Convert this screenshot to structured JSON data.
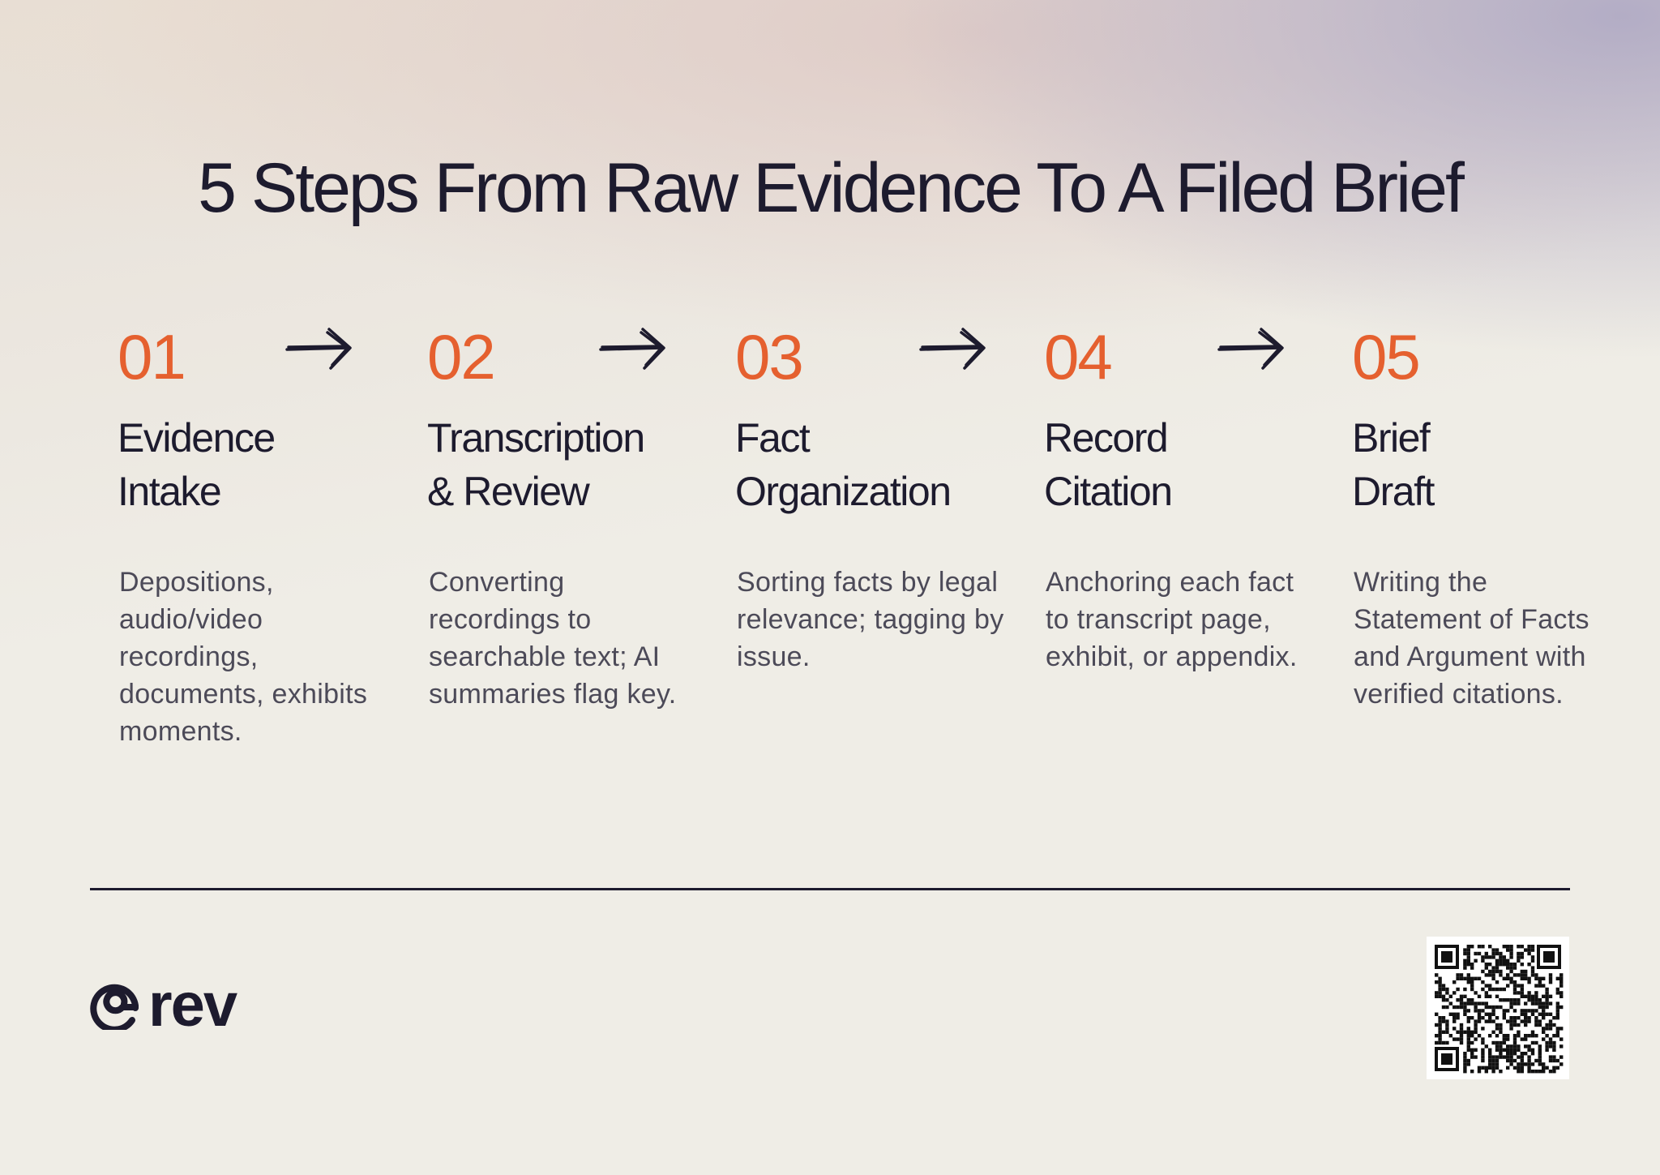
{
  "title": "5 Steps From Raw Evidence To A Filed Brief",
  "steps": [
    {
      "number": "01",
      "title_line1": "Evidence",
      "title_line2": "Intake",
      "description": "Depositions, audio/video recordings, documents, exhibits moments."
    },
    {
      "number": "02",
      "title_line1": "Transcription",
      "title_line2": "& Review",
      "description": "Converting recordings to searchable text; AI summaries flag key."
    },
    {
      "number": "03",
      "title_line1": "Fact",
      "title_line2": "Organization",
      "description": "Sorting facts by legal relevance; tagging by issue."
    },
    {
      "number": "04",
      "title_line1": "Record",
      "title_line2": "Citation",
      "description": "Anchoring each fact to transcript page, exhibit, or appendix."
    },
    {
      "number": "05",
      "title_line1": "Brief",
      "title_line2": "Draft",
      "description": "Writing the Statement of Facts and Argument with verified citations."
    }
  ],
  "brand": {
    "name": "rev"
  },
  "colors": {
    "accent": "#e5602f",
    "ink": "#1d1b2e",
    "body_text": "#4c4a58"
  },
  "icons": [
    "arrow-right-icon",
    "rev-logo-icon",
    "qr-code-icon"
  ]
}
